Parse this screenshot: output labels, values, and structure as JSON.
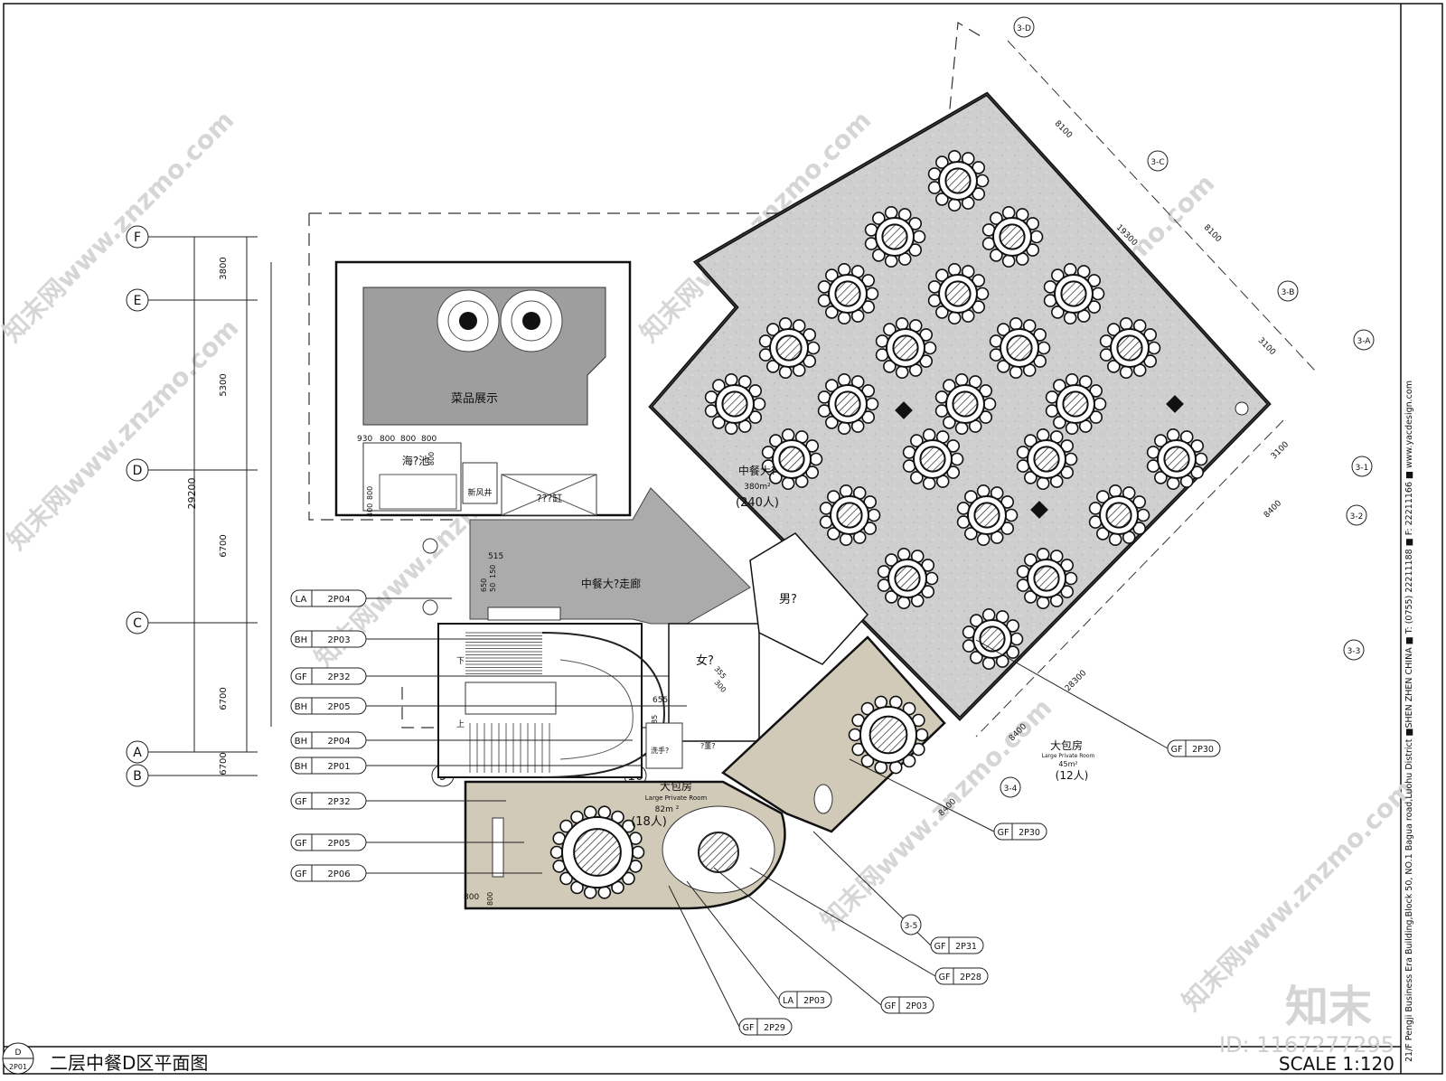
{
  "drawing": {
    "title": "二层中餐D区平面图",
    "scale": "SCALE 1:120",
    "sheet_top": "D",
    "sheet_bottom": "2P01",
    "image_id": "ID: 1167277295",
    "logo_text": "知末",
    "side_info": "21/F Pengji Business Era Building,Block 50, NO.1 Bagua road,Luohu District ■SHEN ZHEN CHINA ■ T: (0755) 22211188 ■ F: 22211166 ■ www.yacdesign.com",
    "watermark": "知末网www.znzmo.com"
  },
  "grid": {
    "rows": [
      "F",
      "E",
      "D",
      "C",
      "B",
      "A"
    ],
    "row_dims": [
      "3800",
      "5300",
      "6700",
      "6700",
      "6700"
    ],
    "total": "29200",
    "cols": [
      "9",
      "10"
    ],
    "col_dim": "8400",
    "diag_axes": [
      "3-D",
      "3-C",
      "3-B",
      "3-A",
      "3-1",
      "3-2",
      "3-3",
      "3-4",
      "3-5"
    ],
    "diag_dims": [
      "8100",
      "19300",
      "8100",
      "3100",
      "3100",
      "8400",
      "28300",
      "8400",
      "8400"
    ]
  },
  "rooms": {
    "display": "菜品展示",
    "seafood": "海?池",
    "fresh_air": "新风井",
    "cold": "???缸",
    "corridor": "中餐大?走廊",
    "hall_name": "中餐大?",
    "hall_area": "380m²",
    "hall_people": "(240人)",
    "men": "男?",
    "women": "女?",
    "room1_name": "大包房",
    "room1_en": "Large Private Room",
    "room1_area": "82m ²",
    "room1_people": "(18人)",
    "room2_name": "大包房",
    "room2_en": "Large Private Room",
    "room2_area": "45m²",
    "room2_people": "(12人)",
    "wash": "洗手?",
    "down": "下",
    "up": "上",
    "q": "?董?"
  },
  "dims": {
    "d930": "930",
    "d800a": "800",
    "d800b": "800",
    "d800c": "800",
    "d800v": "800",
    "d800w": "800",
    "d400": "400",
    "d515": "515",
    "d650": "650",
    "d150": "150",
    "d50": "50",
    "d655": "655",
    "d685": "685",
    "d355": "355",
    "d300": "300",
    "d800x": "800",
    "d800y": "800"
  },
  "left_tags": [
    {
      "a": "LA",
      "b": "2P04"
    },
    {
      "a": "BH",
      "b": "2P03"
    },
    {
      "a": "GF",
      "b": "2P32"
    },
    {
      "a": "BH",
      "b": "2P05"
    },
    {
      "a": "BH",
      "b": "2P04"
    },
    {
      "a": "BH",
      "b": "2P01"
    },
    {
      "a": "GF",
      "b": "2P32"
    },
    {
      "a": "GF",
      "b": "2P05"
    },
    {
      "a": "GF",
      "b": "2P06"
    }
  ],
  "right_tags": [
    {
      "a": "GF",
      "b": "2P30"
    },
    {
      "a": "GF",
      "b": "2P30"
    },
    {
      "a": "GF",
      "b": "2P31"
    },
    {
      "a": "GF",
      "b": "2P28"
    },
    {
      "a": "GF",
      "b": "2P03"
    },
    {
      "a": "LA",
      "b": "2P03"
    },
    {
      "a": "GF",
      "b": "2P29"
    }
  ]
}
